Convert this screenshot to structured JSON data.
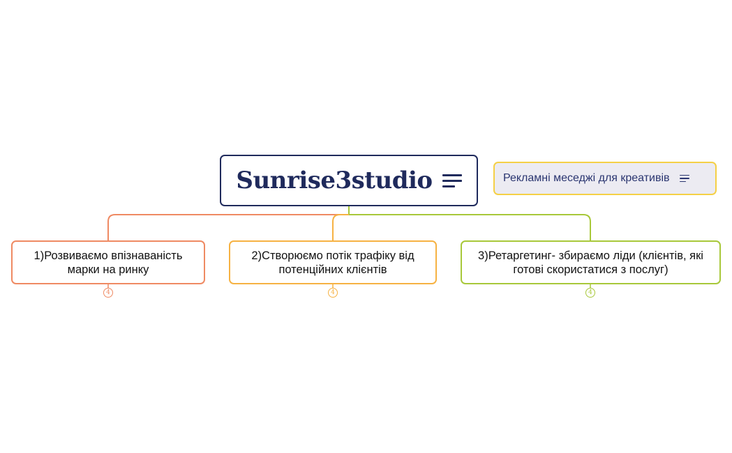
{
  "root": {
    "title": "Sunrise3studio",
    "icon": "notes-icon"
  },
  "callout": {
    "text": "Рекламні меседжі для креативів",
    "icon": "notes-icon",
    "border_color": "#f5d046",
    "background": "#ecebf2"
  },
  "topics": [
    {
      "text": "1)Розвиваємо впізнаваність марки на ринку",
      "color": "#ef8a63",
      "count": "4"
    },
    {
      "text": "2)Створюємо потік трафіку від потенційних клієнтів",
      "color": "#f6b243",
      "count": "4"
    },
    {
      "text": "3)Ретаргетинг- збираємо ліди (клієнтів, які готові скористатися з послуг)",
      "color": "#a8c83a",
      "count": "4"
    }
  ],
  "colors": {
    "root_border": "#1f2a5c",
    "root_text": "#1f2a5c"
  }
}
